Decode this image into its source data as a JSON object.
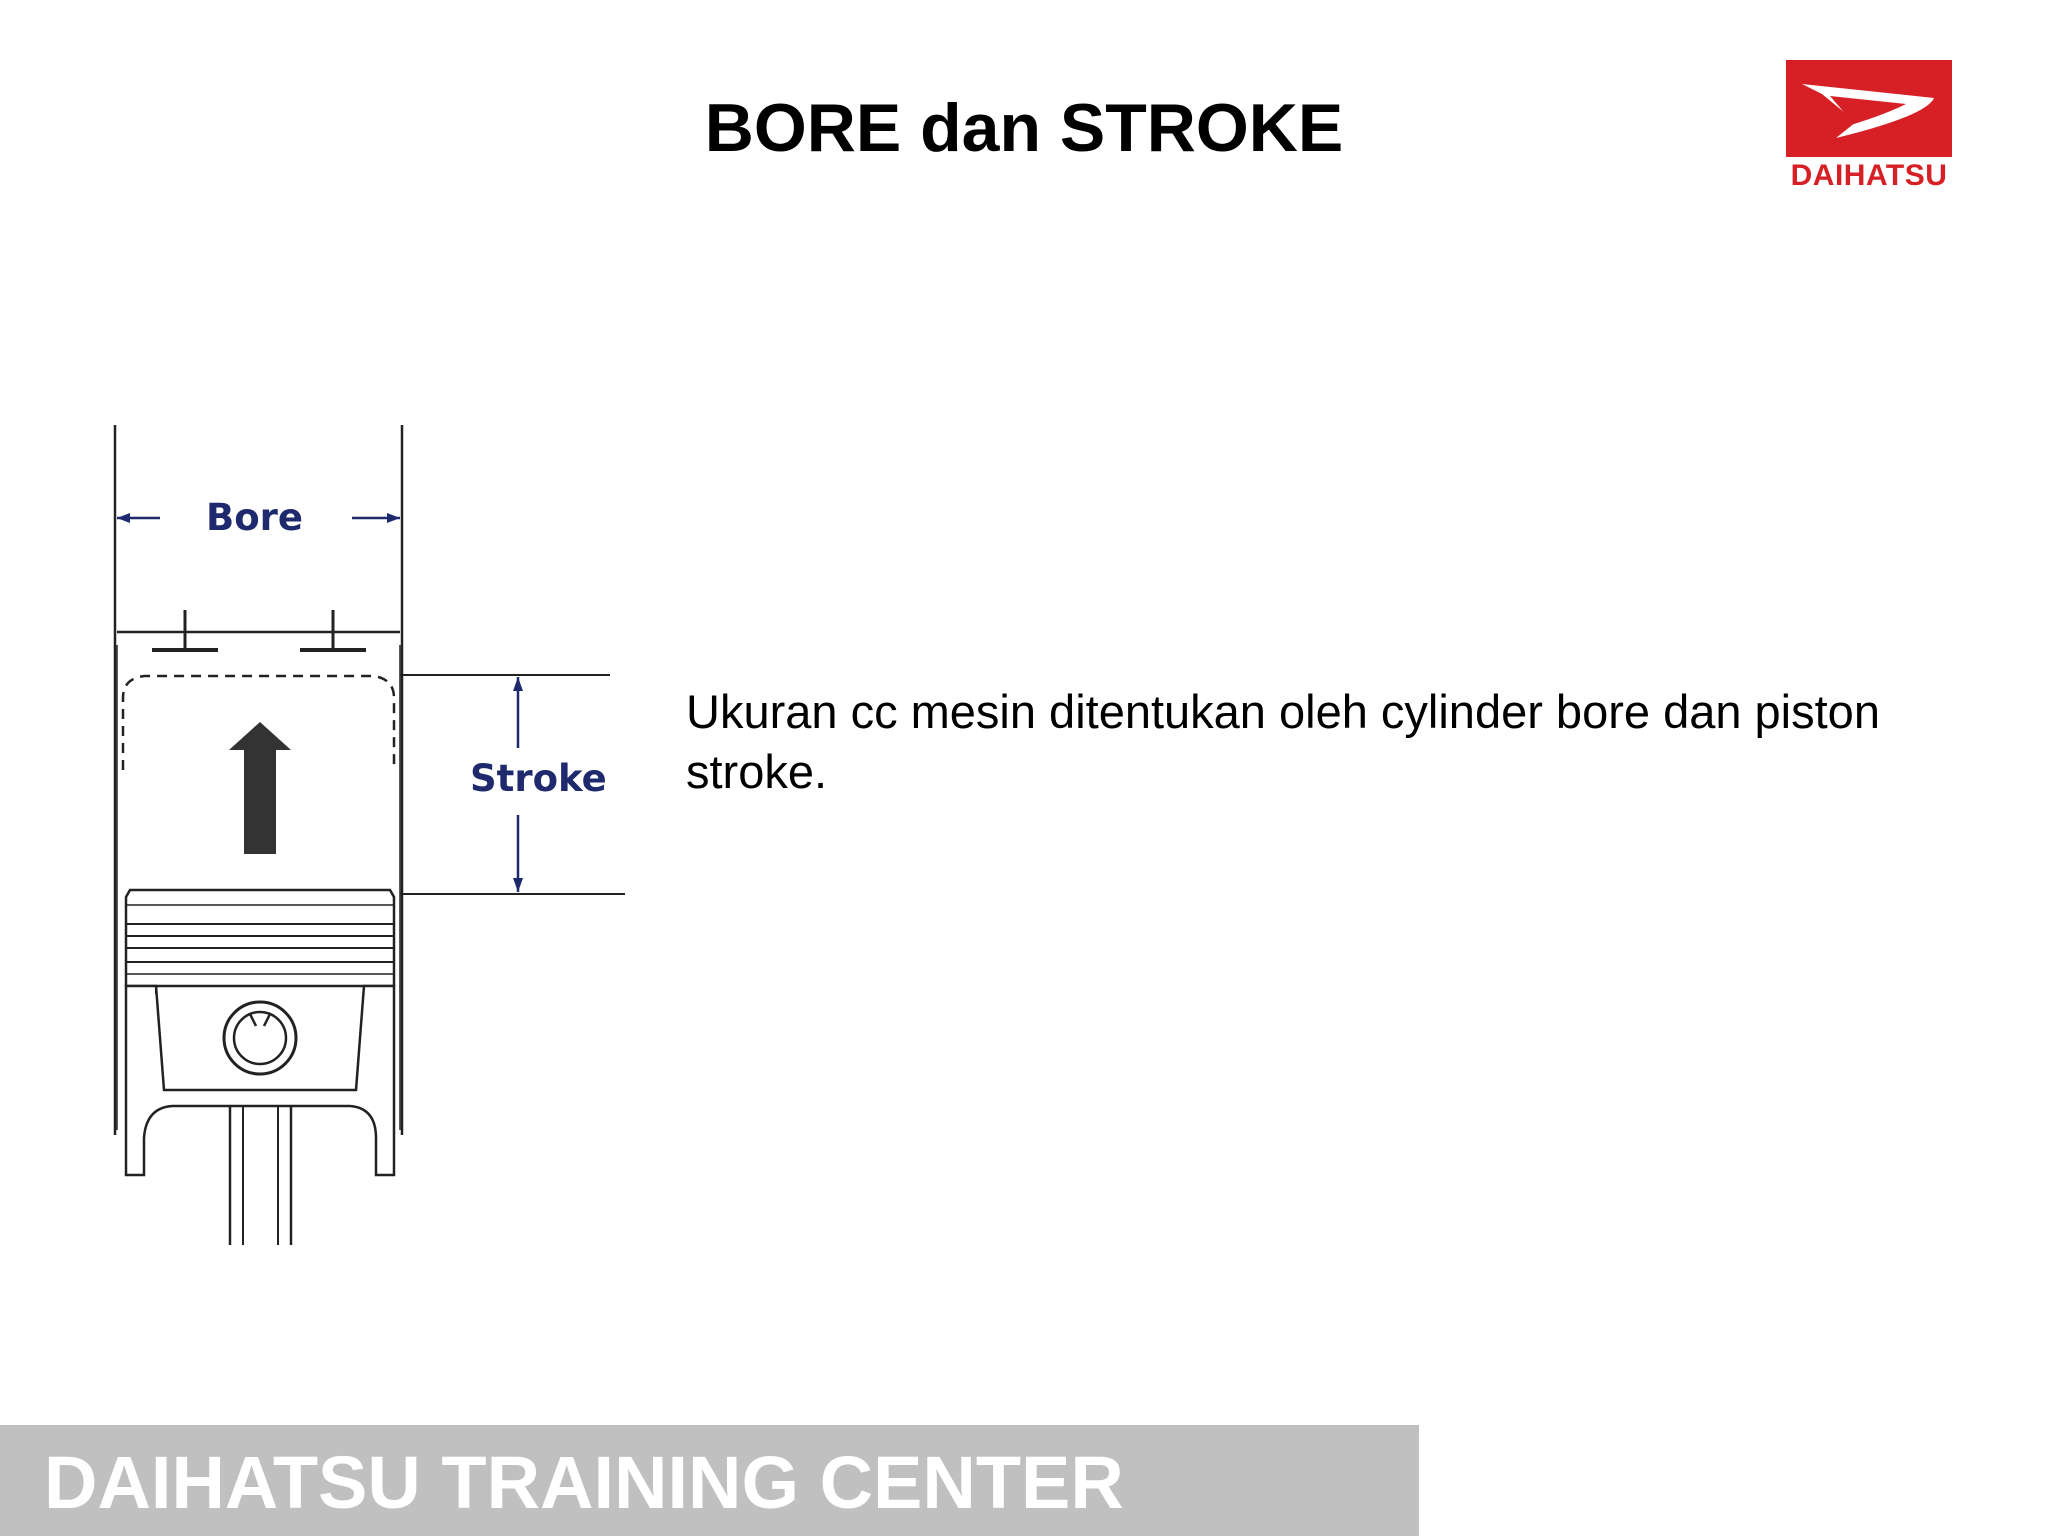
{
  "slide": {
    "title": "BORE dan STROKE",
    "body_text": "Ukuran cc mesin ditentukan oleh cylinder bore dan piston stroke."
  },
  "logo": {
    "brand": "DAIHATSU",
    "color": "#d71f26"
  },
  "diagram": {
    "bore_label": "Bore",
    "stroke_label": "Stroke",
    "label_color": "#1f2a6e"
  },
  "footer": {
    "text": "DAIHATSU TRAINING CENTER",
    "bar_color": "#c0c0c0"
  }
}
